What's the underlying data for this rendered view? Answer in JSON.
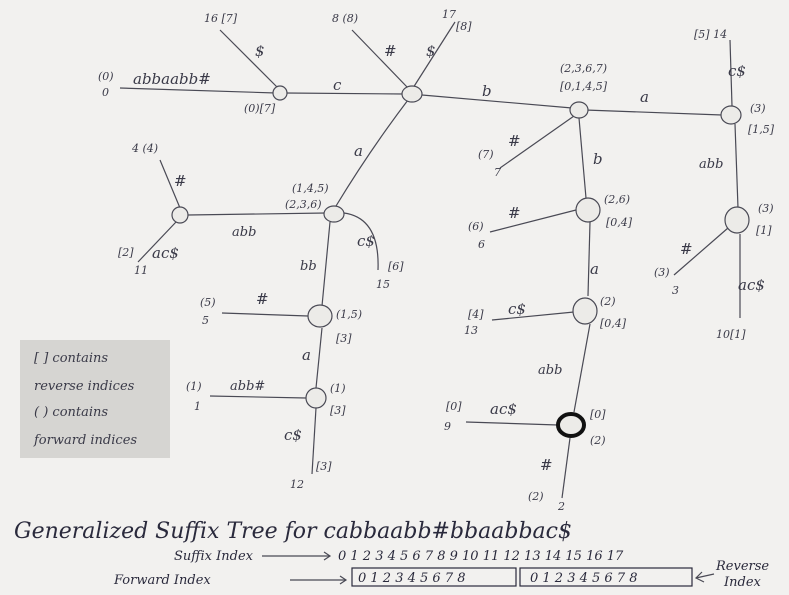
{
  "diagram": {
    "edge_labels": {
      "e1": "abbaabb#",
      "e2": "$",
      "e3": "c",
      "e4": "#",
      "e5": "$",
      "e6": "b",
      "e7": "a",
      "e8": "c$",
      "e9": "#",
      "e10": "b",
      "e11": "abb",
      "e12": "a",
      "e13": "#",
      "e14": "abb",
      "e15": "ac$",
      "e16": "c$",
      "e17": "bb",
      "e18": "#",
      "e19": "a",
      "e20": "abb#",
      "e21": "c$",
      "e22": "#",
      "e23": "a",
      "e24": "c$",
      "e25": "abb",
      "e26": "ac$",
      "e27": "#",
      "e28": "#",
      "e29": "ac$"
    },
    "node_labels": {
      "n_root_left": "(0)[7]",
      "n_b_top": "(2,3,6,7)",
      "n_b_bot": "[0,1,4,5]",
      "n_ba_top": "(3)",
      "n_ba_bot": "[1,5]",
      "n_a_top": "(1,4,5)",
      "n_a_bot": "(2,3,6)",
      "n_bb_top": "(2,6)",
      "n_bb_bot": "[0,4]",
      "n_baabb_top": "(3)",
      "n_baabb_bot": "[1]",
      "n_abb_top": "(1,5)",
      "n_abb_bot": "[3]",
      "n_bba_top": "(2)",
      "n_bba_bot": "[0,4]",
      "n_abba_top": "(1)",
      "n_abba_bot": "[3]",
      "n_bold_top": "[0]",
      "n_bold_bot": "(2)"
    },
    "leaf_labels": {
      "l0": "(0)",
      "l0b": "0",
      "l16": "16 [7]",
      "l8": "8 (8)",
      "l17": "17",
      "l17b": "[8]",
      "l14": "[5] 14",
      "l4": "4 (4)",
      "l11a": "[2]",
      "l11": "11",
      "l7a": "(7)",
      "l7": "7",
      "l6a": "(6)",
      "l6": "6",
      "l15a": "[6]",
      "l15": "15",
      "l3a": "(3)",
      "l3": "3",
      "l5a": "(5)",
      "l5": "5",
      "l13a": "[4]",
      "l13": "13",
      "l10": "10[1]",
      "l1a": "(1)",
      "l1": "1",
      "l9a": "[0]",
      "l9": "9",
      "l12": "12",
      "l12b": "[3]",
      "l2a": "(2)",
      "l2": "2"
    },
    "legend": [
      "[ ] contains",
      "reverse indices",
      "( ) contains",
      "forward indices"
    ],
    "title": "Generalized Suffix Tree for cabbaabb#bbaabbac$",
    "suffix_index_label": "Suffix Index",
    "suffix_indices": "0 1 2 3 4 5 6 7 8  9 10 11 12 13 14 15 16 17",
    "forward_index_label": "Forward Index",
    "forward_indices": "0 1 2 3 4 5 6 7 8",
    "reverse_indices": "0 1 2 3 4 5 6 7 8",
    "reverse_index_label_1": "Reverse",
    "reverse_index_label_2": "Index"
  }
}
